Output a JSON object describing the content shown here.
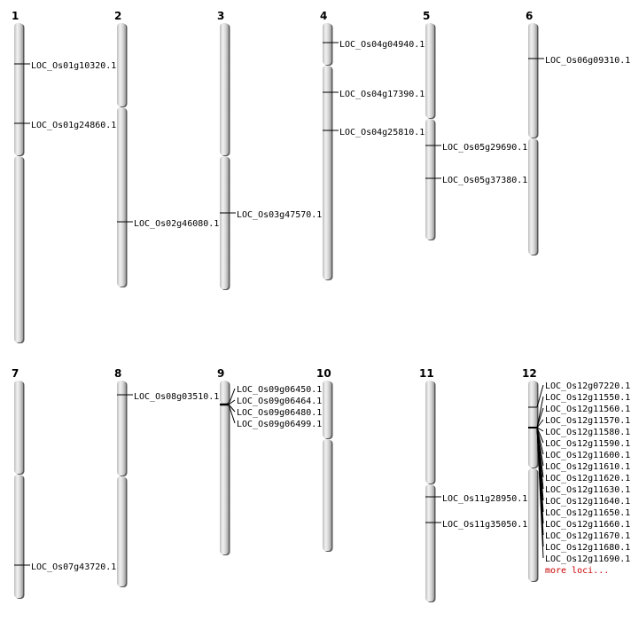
{
  "colors": {
    "chromosome_fill": "#d6d6d6",
    "chromosome_highlight": "#f2f2f2",
    "chromosome_shadow": "#5a5a5a",
    "marker": "#000000",
    "label": "#000000",
    "more_link": "#cc0000"
  },
  "chromosomes": [
    {
      "name": "1",
      "loci": [
        "LOC_Os01g10320.1",
        "LOC_Os01g24860.1"
      ]
    },
    {
      "name": "2",
      "loci": [
        "LOC_Os02g46080.1"
      ]
    },
    {
      "name": "3",
      "loci": [
        "LOC_Os03g47570.1"
      ]
    },
    {
      "name": "4",
      "loci": [
        "LOC_Os04g04940.1",
        "LOC_Os04g17390.1",
        "LOC_Os04g25810.1"
      ]
    },
    {
      "name": "5",
      "loci": [
        "LOC_Os05g29690.1",
        "LOC_Os05g37380.1"
      ]
    },
    {
      "name": "6",
      "loci": [
        "LOC_Os06g09310.1"
      ]
    },
    {
      "name": "7",
      "loci": [
        "LOC_Os07g43720.1"
      ]
    },
    {
      "name": "8",
      "loci": [
        "LOC_Os08g03510.1"
      ]
    },
    {
      "name": "9",
      "loci": [
        "LOC_Os09g06450.1",
        "LOC_Os09g06464.1",
        "LOC_Os09g06480.1",
        "LOC_Os09g06499.1"
      ]
    },
    {
      "name": "10",
      "loci": []
    },
    {
      "name": "11",
      "loci": [
        "LOC_Os11g28950.1",
        "LOC_Os11g35050.1"
      ]
    },
    {
      "name": "12",
      "loci": [
        "LOC_Os12g07220.1",
        "LOC_Os12g11550.1",
        "LOC_Os12g11560.1",
        "LOC_Os12g11570.1",
        "LOC_Os12g11580.1",
        "LOC_Os12g11590.1",
        "LOC_Os12g11600.1",
        "LOC_Os12g11610.1",
        "LOC_Os12g11620.1",
        "LOC_Os12g11630.1",
        "LOC_Os12g11640.1",
        "LOC_Os12g11650.1",
        "LOC_Os12g11660.1",
        "LOC_Os12g11670.1",
        "LOC_Os12g11680.1",
        "LOC_Os12g11690.1"
      ],
      "more": "more loci..."
    }
  ]
}
